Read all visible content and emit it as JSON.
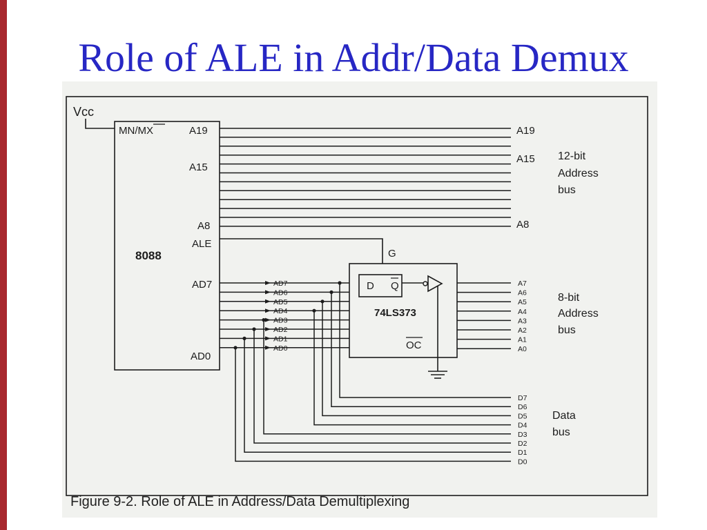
{
  "slide": {
    "title": "Role of ALE in Addr/Data Demux",
    "caption": "Figure 9-2. Role of ALE in Address/Data Demultiplexing",
    "accent_color": "#a8282e",
    "title_color": "#2727c4"
  },
  "diagram": {
    "vcc_label": "Vcc",
    "cpu": {
      "name": "8088",
      "mode_pin": "MN/MX",
      "pins": {
        "a19": "A19",
        "a15": "A15",
        "a8": "A8",
        "ale": "ALE",
        "ad7": "AD7",
        "ad0": "AD0"
      }
    },
    "latch": {
      "name": "74LS373",
      "d_pin": "D",
      "q_pin": "Q",
      "oc_pin": "OC",
      "g_pin": "G"
    },
    "ad_labels": [
      "AD7",
      "AD6",
      "AD5",
      "AD4",
      "AD3",
      "AD2",
      "AD1",
      "AD0"
    ],
    "latched_address": [
      "A7",
      "A6",
      "A5",
      "A4",
      "A3",
      "A2",
      "A1",
      "A0"
    ],
    "data_lines": [
      "D7",
      "D6",
      "D5",
      "D4",
      "D3",
      "D2",
      "D1",
      "D0"
    ],
    "high_address_outputs": {
      "a19": "A19",
      "a15": "A15",
      "a8": "A8"
    },
    "bus_labels": {
      "address_12": [
        "12-bit",
        "Address",
        "bus"
      ],
      "address_8": [
        "8-bit",
        "Address",
        "bus"
      ],
      "data": [
        "Data",
        "bus"
      ]
    }
  }
}
